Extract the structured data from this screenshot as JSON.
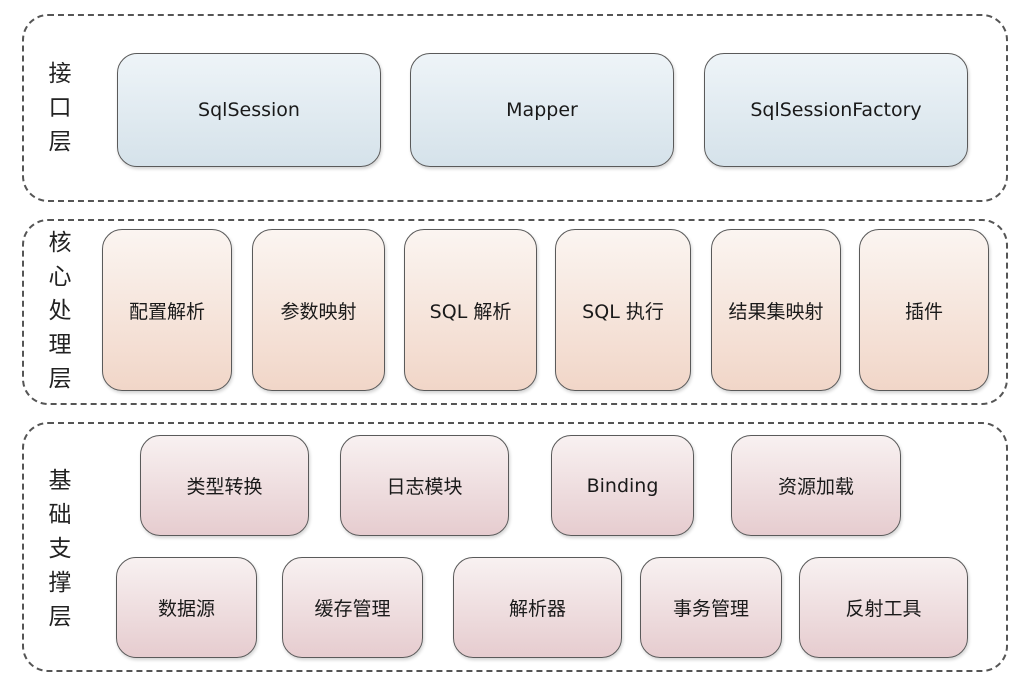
{
  "layers": {
    "interface": {
      "label": "接口层",
      "items": [
        "SqlSession",
        "Mapper",
        "SqlSessionFactory"
      ]
    },
    "core": {
      "label": "核心处理层",
      "items": [
        "配置解析",
        "参数映射",
        "SQL 解析",
        "SQL 执行",
        "结果集映射",
        "插件"
      ]
    },
    "support": {
      "label": "基础支撑层",
      "row1": [
        "类型转换",
        "日志模块",
        "Binding",
        "资源加载"
      ],
      "row2": [
        "数据源",
        "缓存管理",
        "解析器",
        "事务管理",
        "反射工具"
      ]
    }
  },
  "colors": {
    "interface_box": "#d5e2ea",
    "core_box": "#f1d6c8",
    "support_box": "#e6cccf",
    "dashed_border": "#555555"
  }
}
